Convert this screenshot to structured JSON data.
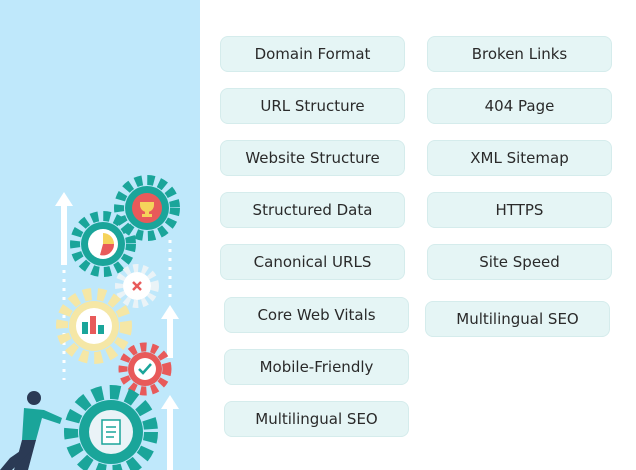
{
  "left_column": [
    "Domain Format",
    "URL Structure",
    "Website Structure",
    "Structured Data",
    "Canonical URLS",
    "Core Web Vitals",
    "Mobile-Friendly",
    "Multilingual SEO"
  ],
  "right_column": [
    "Broken Links",
    "404 Page",
    "XML Sitemap",
    "HTTPS",
    "Site Speed",
    "Multilingual SEO"
  ],
  "colors": {
    "panel_background": "#bfe8fb",
    "pill_background": "#e5f5f5",
    "gear_teal": "#1aa59a",
    "gear_yellow": "#f5e7a6",
    "gear_red": "#e85a5a",
    "gear_light": "#eaf3f7"
  }
}
